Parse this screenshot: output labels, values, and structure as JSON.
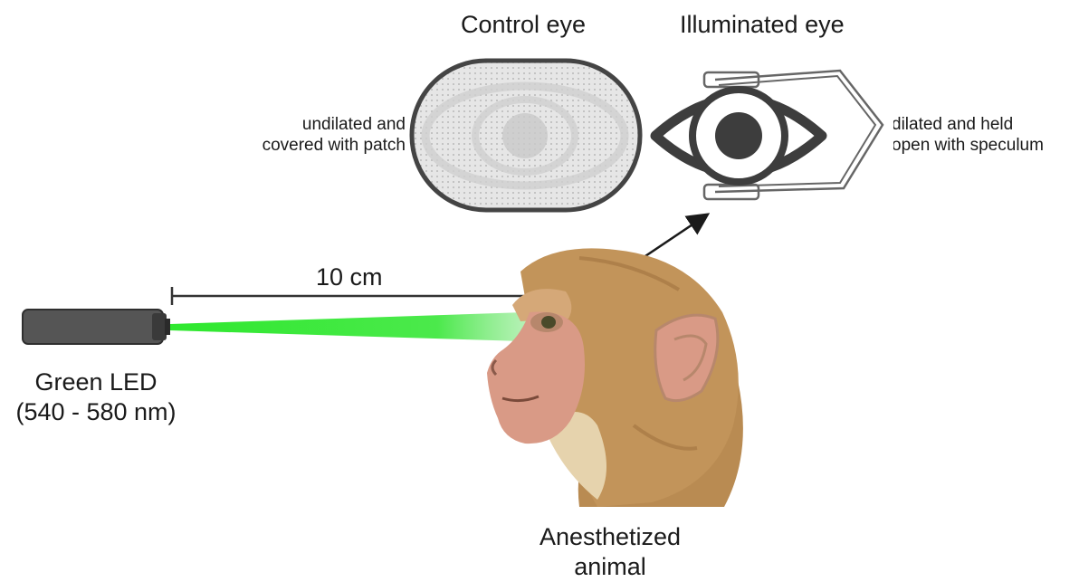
{
  "control_eye": {
    "title": "Control eye",
    "note_line1": "undilated and",
    "note_line2": "covered with patch"
  },
  "illuminated_eye": {
    "title": "Illuminated eye",
    "note_line1": "dilated and held",
    "note_line2": "open with speculum"
  },
  "distance": {
    "label": "10 cm"
  },
  "led": {
    "name_line1": "Green LED",
    "name_line2": "(540 - 580 nm)"
  },
  "animal": {
    "label_line1": "Anesthetized",
    "label_line2": "animal"
  },
  "colors": {
    "beam": "#2ee82e",
    "led_body": "#555555",
    "fur": "#c2945a",
    "skin": "#d99a86"
  }
}
